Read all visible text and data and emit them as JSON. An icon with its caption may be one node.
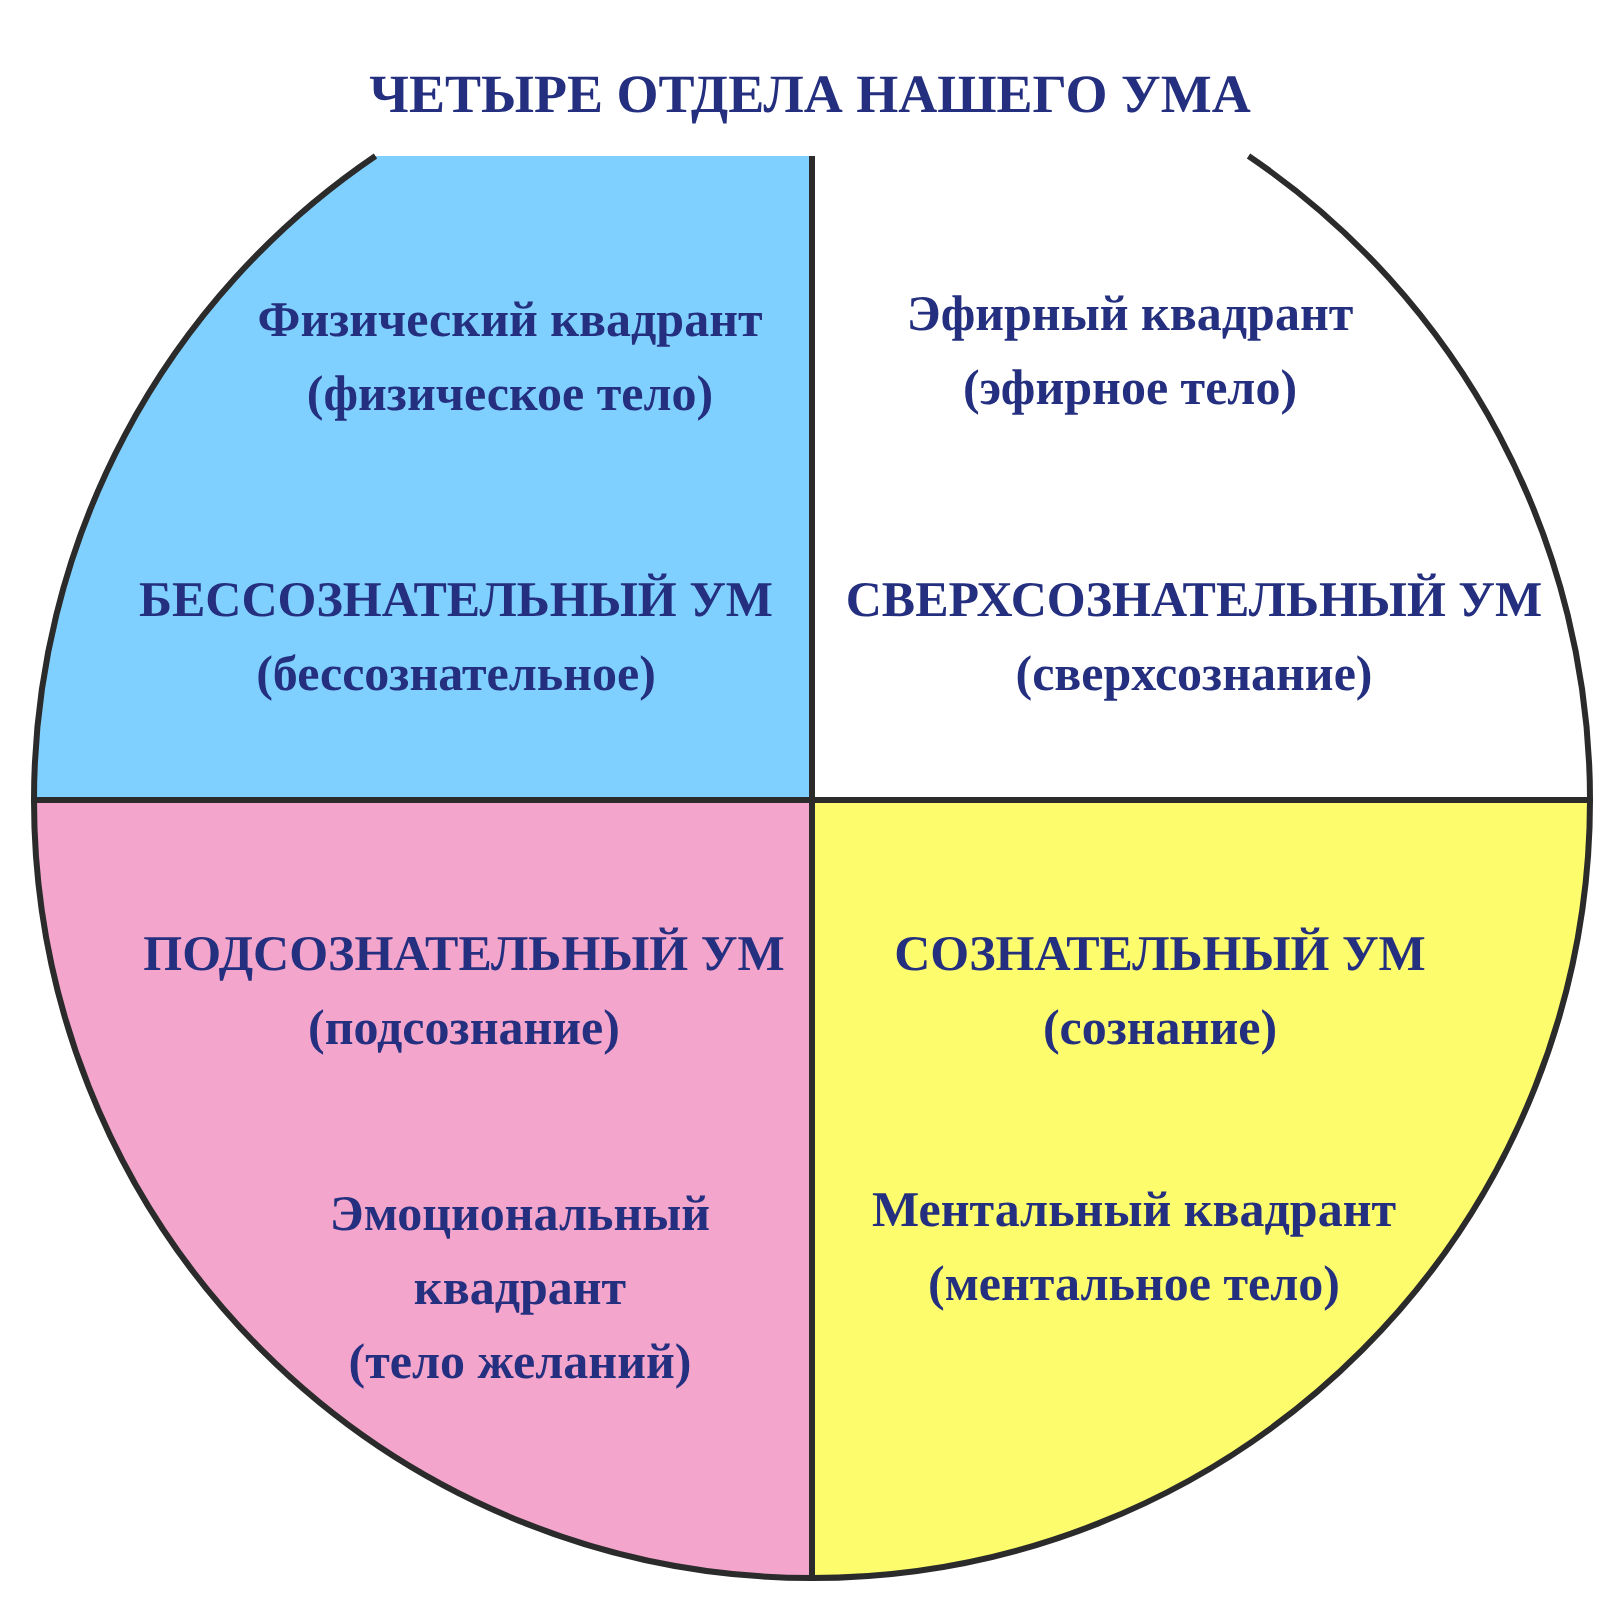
{
  "diagram": {
    "title": "ЧЕТЫРЕ ОТДЕЛА НАШЕГО УМА",
    "nodes": [
      {
        "text": [
          "Физический квадрант (физическое тело)",
          "БЕССОЗНАТЕЛЬНЫЙ УМ (бессознательное)"
        ]
      },
      {
        "text": [
          "Эфирный квадрант (эфирное тело)",
          "СВЕРХСОЗНАТЕЛЬНЫЙ УМ (сверхсознание)"
        ]
      },
      {
        "text": [
          "ПОДСОЗНАТЕЛЬНЫЙ УМ (подсознание)",
          "Эмоциональный квадрант (тело желаний)"
        ]
      },
      {
        "text": [
          "СОЗНАТЕЛЬНЫЙ УМ (сознание)",
          "Ментальный квадрант (ментальное тело)"
        ]
      }
    ]
  }
}
